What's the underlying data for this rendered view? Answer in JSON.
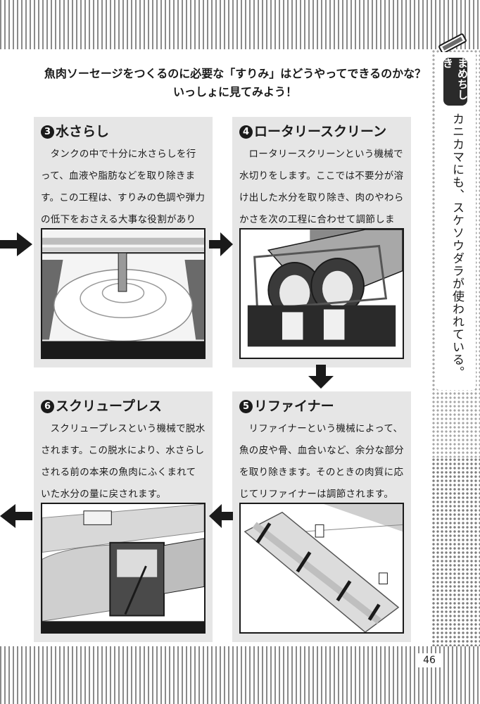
{
  "intro": {
    "line1": "魚肉ソーセージをつくるのに必要な「すりみ」はどうやってできるのかな？",
    "line2": "いっしょに見てみよう！"
  },
  "column": {
    "badge": "まめちしき",
    "text": "カニカマにも、スケソウダラが使われている。"
  },
  "steps": [
    {
      "number": "3",
      "title": "水さらし",
      "body": "タンクの中で十分に水さらしを行って、血液や脂肪などを取り除きます。この工程は、すりみの色調や弾力の低下をおさえる大事な役割があります。"
    },
    {
      "number": "4",
      "title": "ロータリースクリーン",
      "body": "ロータリースクリーンという機械で水切りをします。ここでは不要分が溶け出した水分を取り除き、肉のやわらかさを次の工程に合わせて調節します。"
    },
    {
      "number": "5",
      "title": "リファイナー",
      "body": "リファイナーという機械によって、魚の皮や骨、血合いなど、余分な部分を取り除きます。そのときの肉質に応じてリファイナーは調節されます。"
    },
    {
      "number": "6",
      "title": "スクリュープレス",
      "body": "スクリュープレスという機械で脱水されます。この脱水により、水さらしされる前の本来の魚肉にふくまれていた水分の量に戻されます。"
    }
  ],
  "page_number": "46"
}
